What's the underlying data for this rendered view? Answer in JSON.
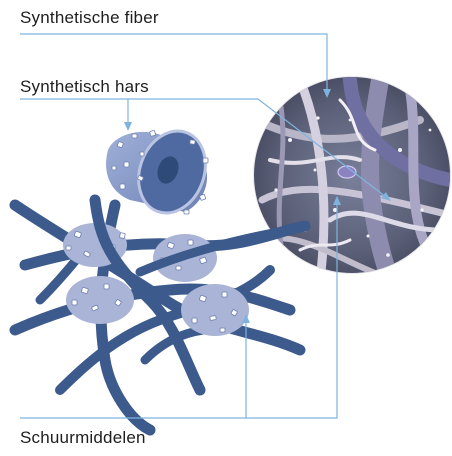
{
  "labels": {
    "synthetic_fiber": "Synthetische fiber",
    "synthetic_resin": "Synthetisch hars",
    "abrasives": "Schuurmiddelen"
  },
  "colors": {
    "fiber": "#3c5a8c",
    "fiber_dark": "#2e4a78",
    "resin_cluster": "#a9b4d6",
    "leader_line": "#7fb3df",
    "label_text": "#1e1e1e"
  }
}
